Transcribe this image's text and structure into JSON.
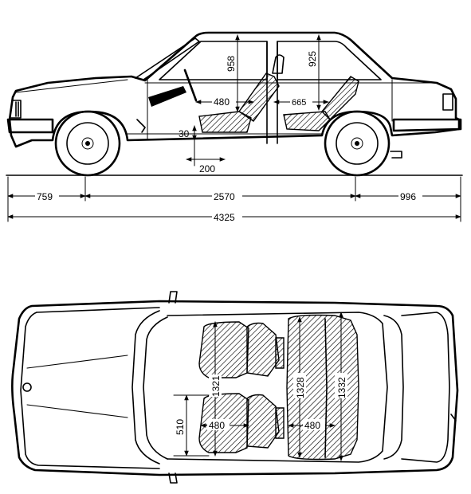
{
  "side_view": {
    "front_overhang": "759",
    "wheelbase": "2570",
    "rear_overhang": "996",
    "overall_length": "4325",
    "front_headroom": "958",
    "rear_headroom": "925",
    "front_seat_depth": "480",
    "rear_legroom": "665",
    "seat_adjust_vertical": "30",
    "seat_adjust_horizontal": "200"
  },
  "top_view": {
    "front_shoulder_width": "1321",
    "rear_shoulder_width": "1328",
    "rear_elbow_width": "1332",
    "front_seat_depth": "480",
    "rear_seat_depth": "480",
    "front_seat_width": "510"
  }
}
